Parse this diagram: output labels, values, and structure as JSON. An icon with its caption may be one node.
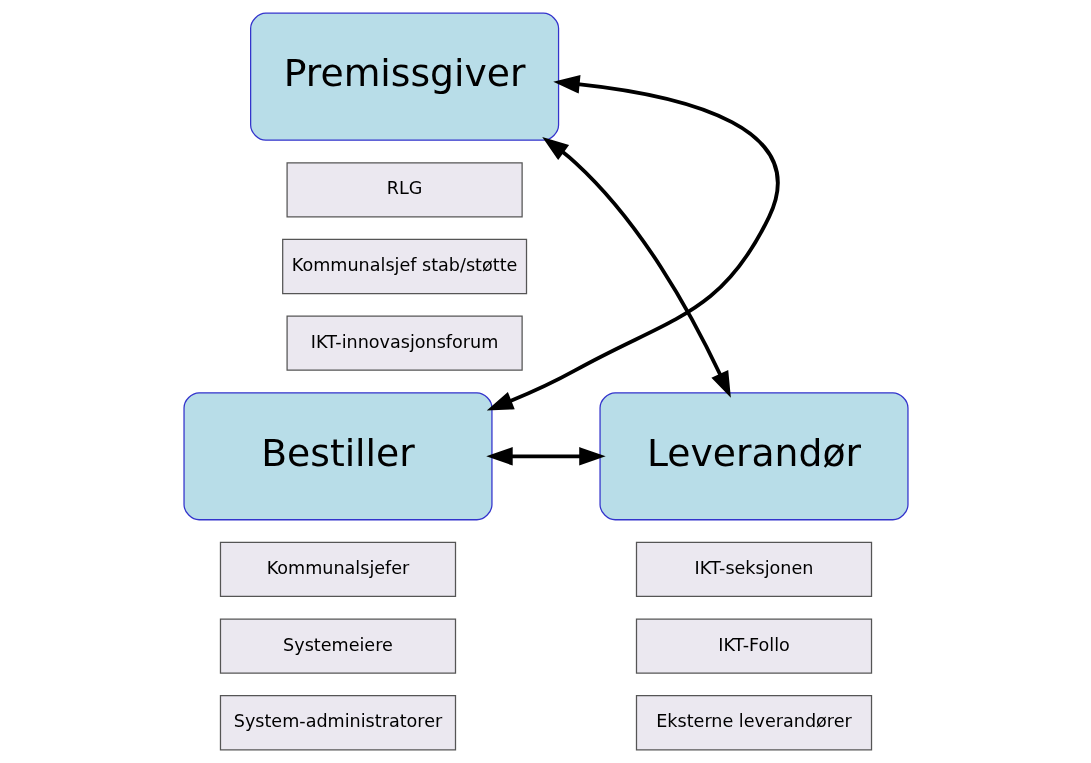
{
  "diagram": {
    "nodes": [
      {
        "text": [
          "Premissgiver"
        ]
      },
      {
        "text": [
          "RLG"
        ]
      },
      {
        "text": [
          "Kommunalsjef stab/støtte"
        ]
      },
      {
        "text": [
          "IKT-innovasjonsforum"
        ]
      },
      {
        "text": [
          "Bestiller"
        ]
      },
      {
        "text": [
          "Kommunalsjefer"
        ]
      },
      {
        "text": [
          "Systemeiere"
        ]
      },
      {
        "text": [
          "System-administratorer"
        ]
      },
      {
        "text": [
          "Leverandør"
        ]
      },
      {
        "text": [
          "IKT-seksjonen"
        ]
      },
      {
        "text": [
          "IKT-Follo"
        ]
      },
      {
        "text": [
          "Eksterne leverandører"
        ]
      }
    ],
    "edges": [
      {
        "from": 4,
        "to": 0,
        "arrow": "both"
      },
      {
        "from": 0,
        "to": 8,
        "arrow": "both"
      },
      {
        "from": 4,
        "to": 8,
        "arrow": "both"
      }
    ]
  }
}
